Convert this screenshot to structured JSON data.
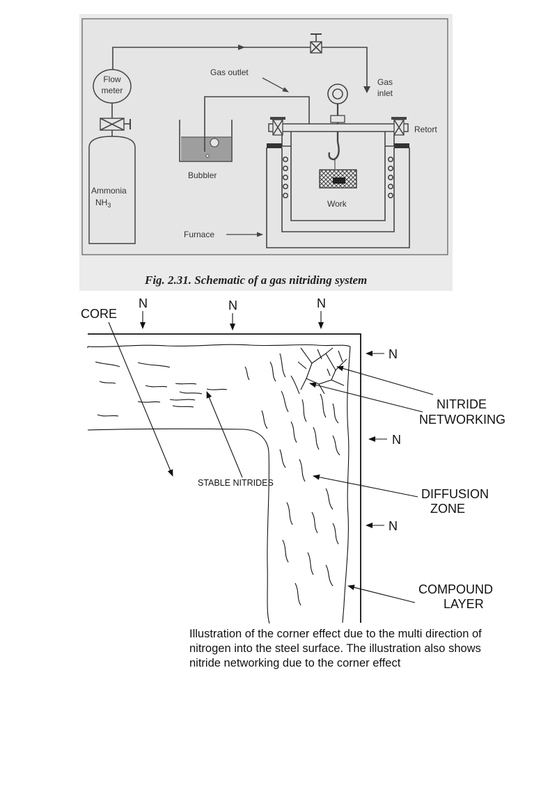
{
  "fig1": {
    "labels": {
      "flow_meter_1": "Flow",
      "flow_meter_2": "meter",
      "gas_outlet": "Gas outlet",
      "gas_inlet_1": "Gas",
      "gas_inlet_2": "inlet",
      "retort": "Retort",
      "bubbler": "Bubbler",
      "ammonia_1": "Ammonia",
      "ammonia_2": "NH",
      "ammonia_sub": "3",
      "work": "Work",
      "furnace": "Furnace"
    },
    "caption": "Fig. 2.31. Schematic of a gas nitriding system"
  },
  "fig2": {
    "labels": {
      "core": "CORE",
      "n": "N",
      "nitride_1": "NITRIDE",
      "nitride_2": "NETWORKING",
      "stable_nitrides": "STABLE NITRIDES",
      "diffusion_1": "DIFFUSION",
      "diffusion_2": "ZONE",
      "compound_1": "COMPOUND",
      "compound_2": "LAYER"
    },
    "caption": "Illustration of the corner effect due to the multi direction of nitrogen into the steel surface.  The illustration also shows nitride networking due to the corner effect"
  }
}
